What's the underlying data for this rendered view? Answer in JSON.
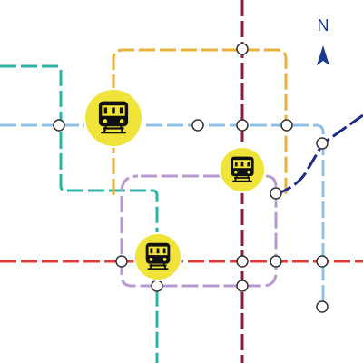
{
  "map": {
    "compass": {
      "label": "N",
      "color": "#1a3a8c"
    },
    "lines": [
      {
        "name": "teal-line",
        "color": "#2bb3a6"
      },
      {
        "name": "light-blue-line",
        "color": "#8fc0e4"
      },
      {
        "name": "orange-line",
        "color": "#e8b13a"
      },
      {
        "name": "navy-loop-line",
        "color": "#1e2a8a"
      },
      {
        "name": "red-line",
        "color": "#e03a3a"
      },
      {
        "name": "maroon-line",
        "color": "#8a1e4a"
      },
      {
        "name": "purple-line",
        "color": "#b89ad0"
      }
    ],
    "interchanges": 12,
    "train_stations": 3,
    "train_icon": "train-icon",
    "station_fill": "#f0e33a"
  }
}
